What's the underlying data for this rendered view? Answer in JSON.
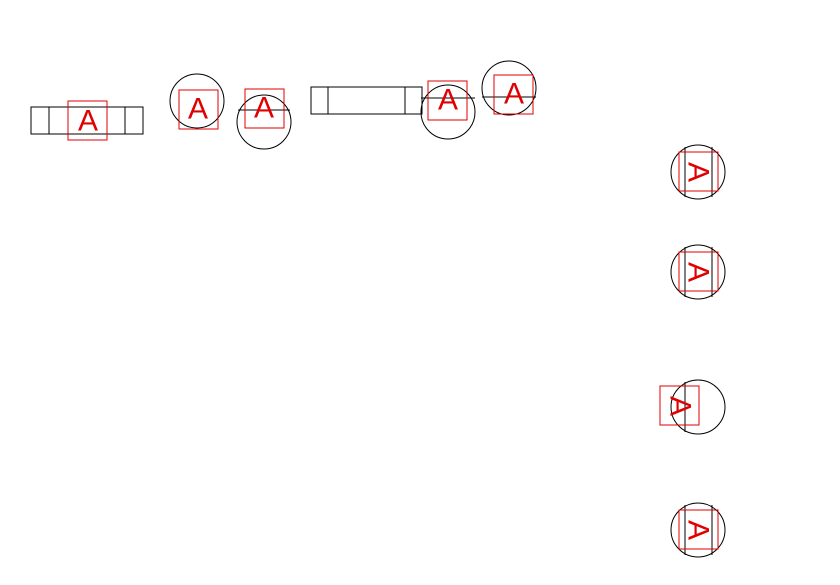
{
  "colors": {
    "background": "#ffffff",
    "outline": "#000000",
    "tag": "#e00000"
  },
  "tags": [
    {
      "label": "A"
    },
    {
      "label": "A"
    },
    {
      "label": "A"
    },
    {
      "label": "A"
    },
    {
      "label": "A"
    },
    {
      "label": "A"
    },
    {
      "label": "A"
    },
    {
      "label": "A"
    },
    {
      "label": "A"
    }
  ]
}
